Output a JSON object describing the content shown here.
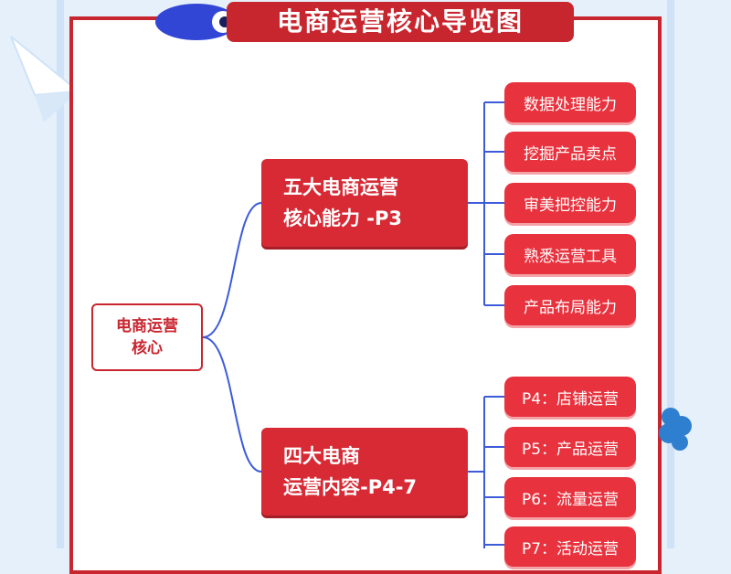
{
  "title": "电商运营核心导览图",
  "root": {
    "label": "电商运营\n核心"
  },
  "branches": [
    {
      "label": "五大电商运营\n核心能力 -P3",
      "leaves": [
        "数据处理能力",
        "挖掘产品卖点",
        "审美把控能力",
        "熟悉运营工具",
        "产品布局能力"
      ]
    },
    {
      "label": "四大电商\n运营内容-P4-7",
      "leaves": [
        "P4：店铺运营",
        "P5：产品运营",
        "P6：流量运营",
        "P7：活动运营"
      ]
    }
  ],
  "colors": {
    "accent_red": "#c8262f",
    "node_red": "#d72a35",
    "leaf_red": "#e8323e",
    "link_blue": "#3d5bd9",
    "background": "#e6f0fb"
  },
  "icons": [
    "eye-icon",
    "paper-plane-icon",
    "cloud-icon"
  ]
}
